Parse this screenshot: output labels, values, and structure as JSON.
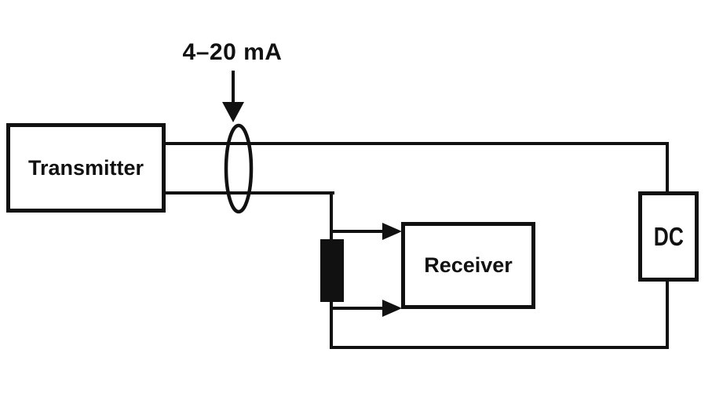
{
  "diagram": {
    "current_range_label": "4–20 mA",
    "components": {
      "transmitter": {
        "label": "Transmitter"
      },
      "receiver": {
        "label": "Receiver"
      },
      "power_supply": {
        "label": "DC"
      }
    },
    "colors": {
      "line": "#111111",
      "background": "#ffffff",
      "resistor_fill": "#111111",
      "text": "#111111"
    }
  }
}
